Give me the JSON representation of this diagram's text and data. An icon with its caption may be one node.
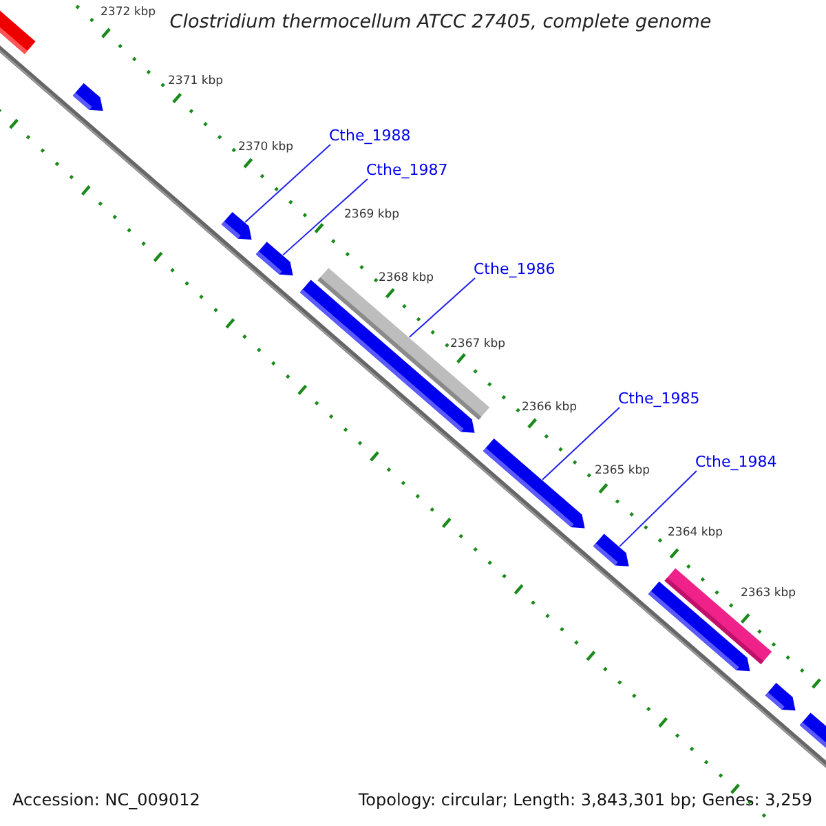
{
  "diagram": {
    "title": "Clostridium thermocellum ATCC 27405, complete genome",
    "nodes": [
      {
        "text": [
          "Cthe_1988"
        ]
      },
      {
        "text": [
          "Cthe_1987"
        ]
      },
      {
        "text": [
          "Cthe_1986"
        ]
      },
      {
        "text": [
          "Cthe_1985"
        ]
      },
      {
        "text": [
          "Cthe_1984"
        ]
      },
      {
        "text": [],
        "shape": "bar"
      },
      {
        "text": [],
        "shape": "pentagon"
      },
      {
        "text": [],
        "shape": "pentagon"
      },
      {
        "text": [],
        "shape": "pentagon"
      },
      {
        "text": [],
        "shape": "pentagon"
      },
      {
        "text": [],
        "shape": "bar"
      },
      {
        "text": [],
        "shape": "pentagon"
      },
      {
        "text": [],
        "shape": "pentagon"
      },
      {
        "text": [],
        "shape": "pentagon"
      },
      {
        "text": [],
        "shape": "bar"
      },
      {
        "text": [],
        "shape": "pentagon"
      },
      {
        "text": [],
        "shape": "pentagon"
      }
    ],
    "edges": [
      {
        "from": 0,
        "to": 7,
        "arrow": "none"
      },
      {
        "from": 1,
        "to": 8,
        "arrow": "none"
      },
      {
        "from": 2,
        "to": 10,
        "arrow": "none"
      },
      {
        "from": 3,
        "to": 11,
        "arrow": "none"
      },
      {
        "from": 4,
        "to": 12,
        "arrow": "none"
      }
    ],
    "labels": [
      "2372 kbp",
      "2371 kbp",
      "2370 kbp",
      "2369 kbp",
      "2368 kbp",
      "2367 kbp",
      "2366 kbp",
      "2365 kbp",
      "2364 kbp",
      "2363 kbp",
      "Accession: NC_009012",
      "Topology: circular; Length: 3,843,301 bp; Genes: 3,259"
    ]
  }
}
